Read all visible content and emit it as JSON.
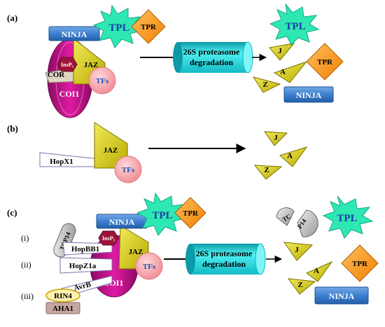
{
  "colors": {
    "ninja": "#3d7fd0",
    "tpl_star": "#2ee8b4",
    "tpr": "#ff9a1f",
    "coi1": "#c0108c",
    "jaz": "#d7cc10",
    "tfs": "#f59aa0",
    "insp": "#9e1438",
    "cor": "#ddd4c2",
    "proteasome": "#22cfd5",
    "rin4": "#fff3b0",
    "aha1": "#c6a6a2"
  },
  "panel_a": {
    "label": "(a)",
    "ninja": "NINJA",
    "tpl": "TPL",
    "tpr": "TPR",
    "jaz": "JAZ",
    "insp": "InsP₅",
    "cor": "COR",
    "tfs": "TFs",
    "coi1": "COI1",
    "proteasome": [
      "26S proteasome",
      "degradation"
    ],
    "j": "J",
    "a": "A",
    "z": "Z",
    "tpl_out": "TPL",
    "tpr_out": "TPR",
    "ninja_out": "NINJA"
  },
  "panel_b": {
    "label": "(b)",
    "jaz": "JAZ",
    "hopx1": "HopX1",
    "tfs": "TFs",
    "j": "J",
    "a": "A",
    "z": "Z"
  },
  "panel_c": {
    "label": "(c)",
    "sub_i": "(i)",
    "sub_ii": "(ii)",
    "sub_iii": "(iii)",
    "ninja": "NINJA",
    "tpl": "TPL",
    "tpr": "TPR",
    "tcp14": "TCP14",
    "hopbb1": "HopBB1",
    "insp": "InsP₅",
    "jaz": "JAZ",
    "hopz1a": "HopZ1a",
    "avrb": "AvrB",
    "tfs": "TFs",
    "coi1": "COI1",
    "rin4": "RIN4",
    "aha1": "AHA1",
    "proteasome": [
      "26S proteasome",
      "degradation"
    ],
    "tc": "TC",
    "p14": "P14",
    "tpl_out": "TPL",
    "j": "J",
    "tpr_out": "TPR",
    "a": "A",
    "z": "Z",
    "ninja_out": "NINJA"
  }
}
